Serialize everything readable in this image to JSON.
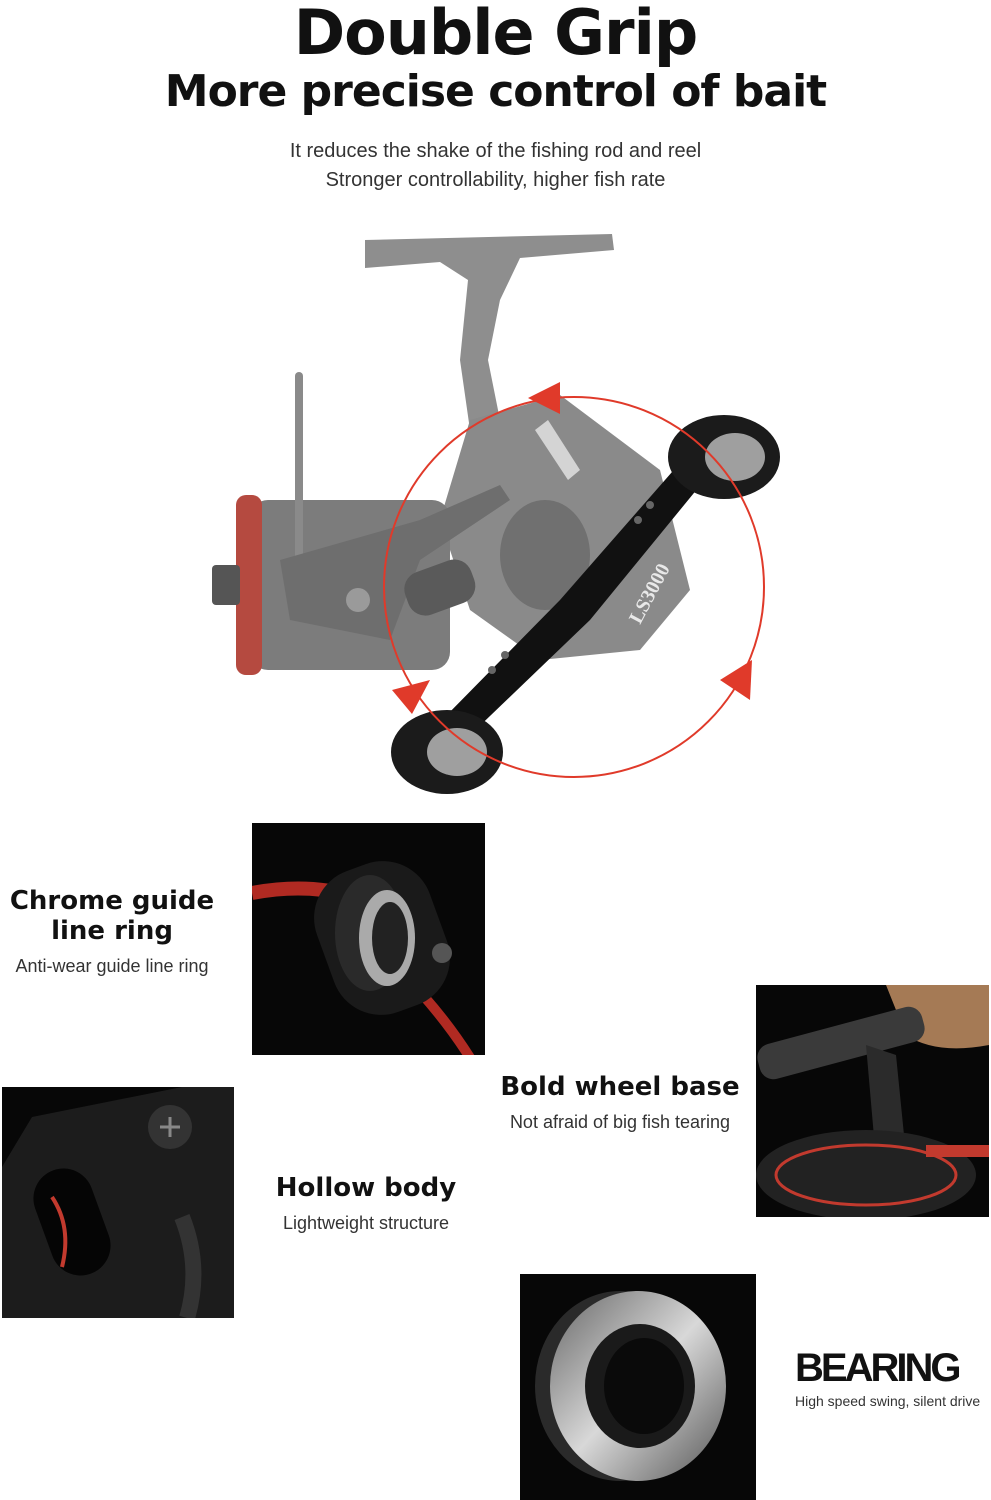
{
  "header": {
    "title": "Double Grip",
    "subtitle": "More precise control of bait",
    "line1": "It reduces the shake of the fishing rod and reel",
    "line2": "Stronger controllability, higher fish rate"
  },
  "reel": {
    "model_label": "LS3000",
    "arrow_color": "#e03a2a"
  },
  "features": {
    "chrome": {
      "title_line1": "Chrome guide",
      "title_line2": "line ring",
      "desc": "Anti-wear guide line ring"
    },
    "wheel": {
      "title": "Bold wheel base",
      "desc": "Not afraid of big fish tearing"
    },
    "hollow": {
      "title": "Hollow body",
      "desc": "Lightweight structure"
    },
    "bearing": {
      "title": "BEARING",
      "desc": "High speed swing, silent drive"
    }
  },
  "colors": {
    "accent": "#e03a2a",
    "photo_bg": "#070707"
  }
}
